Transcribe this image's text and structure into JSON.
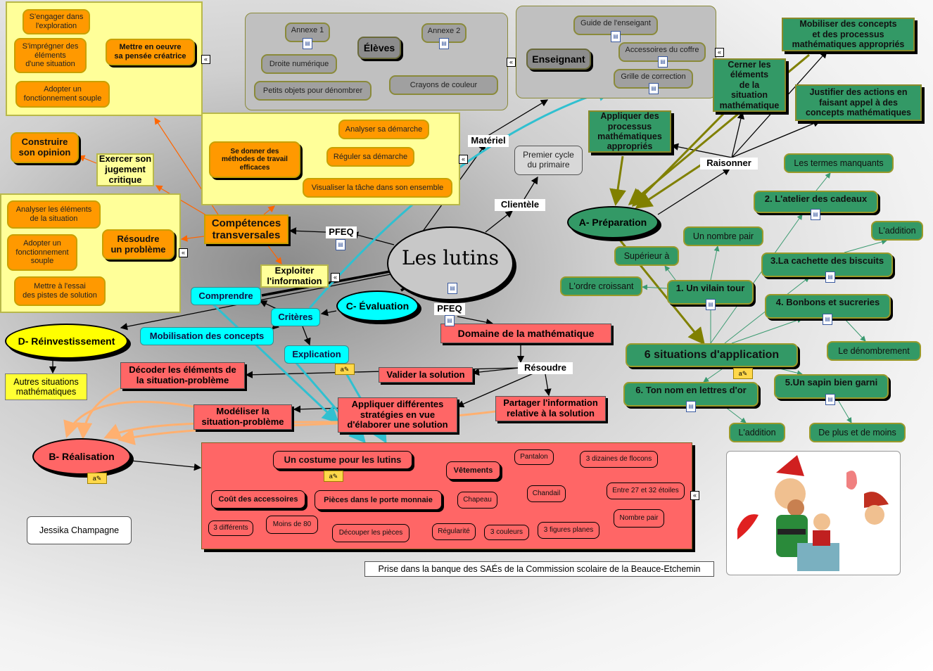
{
  "colors": {
    "orange": "#ff9900",
    "yellow": "#ffff99",
    "green": "#339966",
    "cyan": "#00ffff",
    "red": "#ff6666",
    "gray": "#c0c0c0"
  },
  "center": "Les lutins",
  "branches": {
    "preparation": "A- Préparation",
    "realisation": "B- Réalisation",
    "evaluation": "C- Évaluation",
    "reinvestissement": "D- Réinvestissement"
  },
  "links": {
    "materiel": "Matériel",
    "clientele": "Clientèle",
    "pfeq1": "PFEQ",
    "pfeq2": "PFEQ",
    "raisonner": "Raisonner",
    "resoudre": "Résoudre"
  },
  "competences": {
    "title": "Compétences\ntransversales",
    "exercer": "Exercer son\njugement\ncritique",
    "construire": "Construire\nson opinion",
    "exploiter": "Exploiter\nl'information",
    "mettre_oeuvre": "Mettre en oeuvre\nsa pensée créatrice",
    "s_engager": "S'engager dans\nl'exploration",
    "s_impregner": "S'imprégner des\néléments\nd'une situation",
    "adopter1": "Adopter un\nfonctionnement souple",
    "resoudre": "Résoudre\nun problème",
    "analyser_el": "Analyser les éléments\nde la situation",
    "adopter2": "Adopter un\nfonctionnement\nsouple",
    "mettre_essai": "Mettre à l'essai\ndes pistes de solution",
    "se_donner": "Se donner des\nméthodes de travail\nefficaces",
    "analyser_dem": "Analyser sa démarche",
    "reguler": "Réguler sa démarche",
    "visualiser": "Visualiser la tâche dans son ensemble"
  },
  "materiel": {
    "eleves": "Élèves",
    "annexe1": "Annexe 1",
    "annexe2": "Annexe 2",
    "droite": "Droite numérique",
    "petits": "Petits objets pour dénombrer",
    "crayons": "Crayons de couleur",
    "enseignant": "Enseignant",
    "guide": "Guide de l'enseigant",
    "accessoires": "Accessoires du coffre",
    "grille": "Grille de correction"
  },
  "clientele": "Premier cycle\ndu primaire",
  "raisonner": {
    "mobiliser": "Mobiliser des concepts\net des processus\nmathématiques appropriés",
    "cerner": "Cerner les\néléments\nde la\nsituation\nmathématique",
    "appliquer": "Appliquer des\nprocessus\nmathématiques\nappropriés",
    "justifier": "Justifier des actions en\nfaisant appel à des\nconcepts mathématiques"
  },
  "situations": {
    "title": "6 situations d'application",
    "s1": "1. Un vilain tour",
    "s2": "2. L'atelier des cadeaux",
    "s3": "3.La cachette des biscuits",
    "s4": "4. Bonbons et sucreries",
    "s5": "5.Un sapin bien garni",
    "s6": "6. Ton nom en lettres d'or",
    "termes": "Les termes manquants",
    "addition1": "L'addition",
    "nombre_pair": "Un nombre pair",
    "superieur": "Supérieur à",
    "ordre": "L'ordre croissant",
    "denombrement": "Le dénombrement",
    "addition2": "L'addition",
    "plus_moins": "De plus et de moins"
  },
  "evaluation": {
    "domaine": "Domaine de la mathématique",
    "criteres": "Critères",
    "comprendre": "Comprendre",
    "mobilisation": "Mobilisation des concepts",
    "explication": "Explication",
    "decoder": "Décoder les éléments de\nla situation-problème",
    "valider": "Valider la solution",
    "modeliser": "Modéliser la\nsituation-problème",
    "appliquer_strat": "Appliquer différentes\nstratégies en vue\nd'élaborer une solution",
    "partager": "Partager l'information\nrelative à la solution"
  },
  "reinvestissement": {
    "autres": "Autres situations\nmathématiques"
  },
  "realisation": {
    "costume": "Un costume pour les lutins",
    "vetements": "Vêtements",
    "pantalon": "Pantalon",
    "dizaines": "3 dizaines de flocons",
    "chandail": "Chandail",
    "entre": "Entre 27 et 32 étoiles",
    "nombre_pair": "Nombre pair",
    "chapeau": "Chapeau",
    "regularite": "Régularité",
    "couleurs": "3 couleurs",
    "figures": "3 figures planes",
    "cout": "Coût des accessoires",
    "differents": "3 différents",
    "moins80": "Moins de 80",
    "pieces": "Pièces dans le porte monnaie",
    "decouper": "Découper les pièces"
  },
  "author": "Jessika Champagne",
  "source": "Prise dans la banque des SAÉs de la Commission scolaire de la Beauce-Etchemin",
  "icons": {
    "attachment": "document-icon",
    "note": "note-icon",
    "collapse": "collapse-icon",
    "image": "elves-illustration"
  }
}
